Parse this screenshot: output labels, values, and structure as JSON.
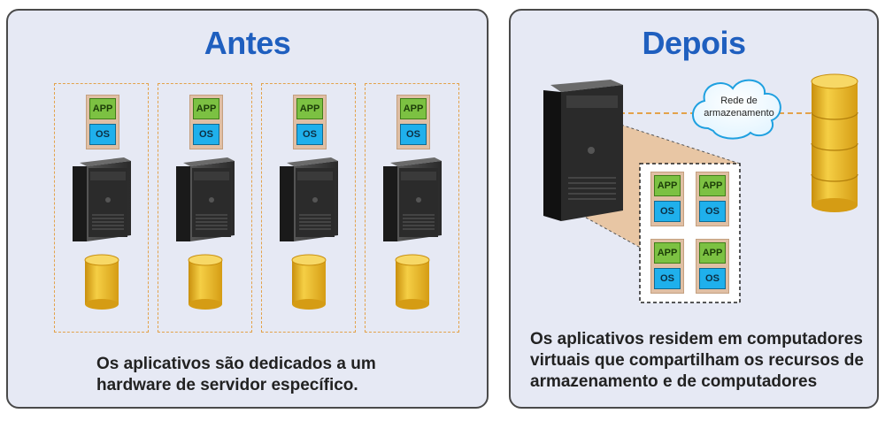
{
  "before": {
    "title": "Antes",
    "caption": "Os aplicativos são dedicados a um hardware de servidor específico.",
    "groups": [
      {
        "app": "APP",
        "os": "OS"
      },
      {
        "app": "APP",
        "os": "OS"
      },
      {
        "app": "APP",
        "os": "OS"
      },
      {
        "app": "APP",
        "os": "OS"
      }
    ]
  },
  "after": {
    "title": "Depois",
    "caption": "Os aplicativos residem em computadores virtuais que compartilham os recursos de armazenamento e de computadores",
    "cloud_label": "Rede de armazenamento",
    "vms": [
      {
        "app": "APP",
        "os": "OS"
      },
      {
        "app": "APP",
        "os": "OS"
      },
      {
        "app": "APP",
        "os": "OS"
      },
      {
        "app": "APP",
        "os": "OS"
      }
    ]
  },
  "colors": {
    "title": "#1f5fbf",
    "app": "#7cc142",
    "os": "#1fb0ec",
    "database": "#f2c12e",
    "group_border": "#e3a24a",
    "panel_bg": "#e6e9f4"
  }
}
